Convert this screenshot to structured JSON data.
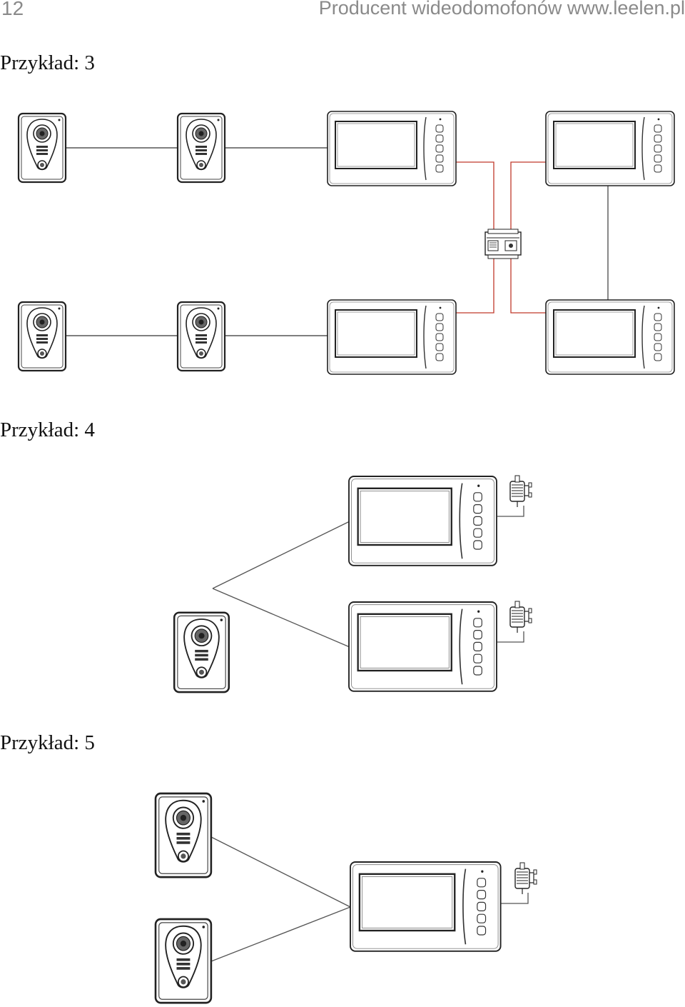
{
  "header": {
    "page_number": "12",
    "title": "Producent wideodomofonów www.leelen.pl"
  },
  "sections": [
    {
      "title": "Przykład: 3"
    },
    {
      "title": "Przykład: 4"
    },
    {
      "title": "Przykład: 5"
    }
  ],
  "icons": {
    "door_station": "door-station-icon",
    "monitor": "monitor-icon",
    "distributor": "distributor-icon",
    "power_adapter": "power-adapter-icon"
  },
  "colors": {
    "line": "#555555",
    "wire_red": "#c0392b",
    "header_gray": "#8a8a8a"
  }
}
